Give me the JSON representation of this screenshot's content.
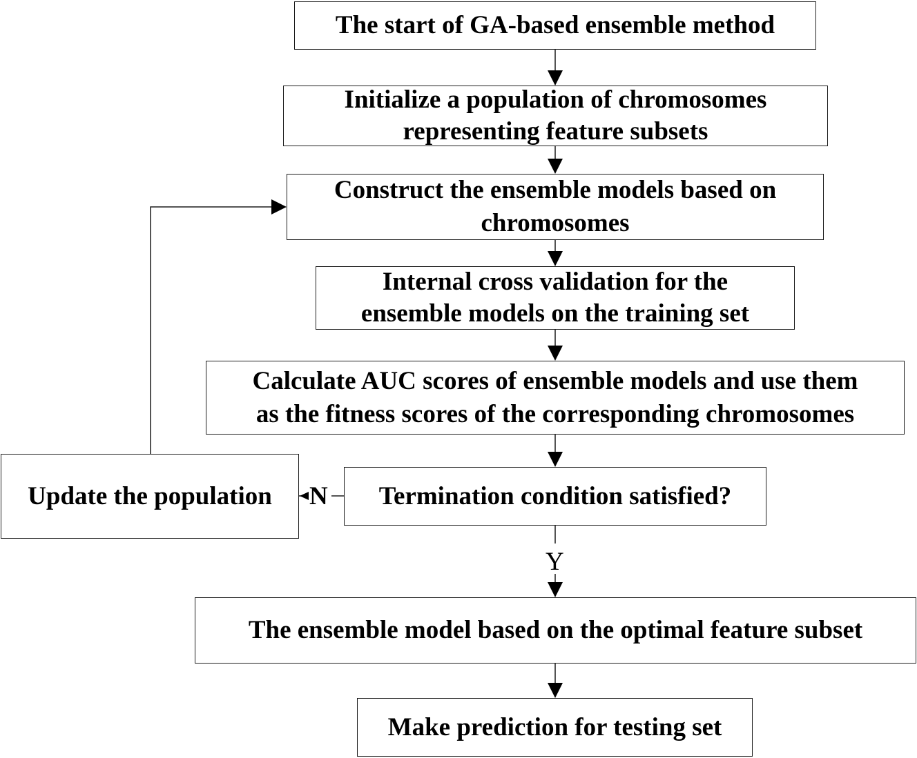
{
  "nodes": {
    "start": {
      "lines": [
        "The start of GA-based ensemble method"
      ]
    },
    "init": {
      "lines": [
        "Initialize a population of chromosomes",
        "representing feature subsets"
      ]
    },
    "construct": {
      "lines": [
        "Construct the ensemble models based on",
        "chromosomes"
      ]
    },
    "internal_cv": {
      "lines": [
        "Internal cross validation for the",
        "ensemble models on the training set"
      ]
    },
    "calculate_auc": {
      "lines": [
        "Calculate AUC scores of ensemble models and use them",
        "as the fitness scores of the corresponding chromosomes"
      ]
    },
    "termination": {
      "lines": [
        "Termination condition satisfied?"
      ]
    },
    "update": {
      "lines": [
        "Update the population"
      ]
    },
    "optimal": {
      "lines": [
        "The ensemble model based on the optimal feature subset"
      ]
    },
    "predict": {
      "lines": [
        "Make prediction for testing set"
      ]
    }
  },
  "edge_labels": {
    "no": "N",
    "yes": "Y"
  },
  "colors": {
    "stroke": "#1a1a1a",
    "text": "#000000",
    "background": "#ffffff"
  }
}
